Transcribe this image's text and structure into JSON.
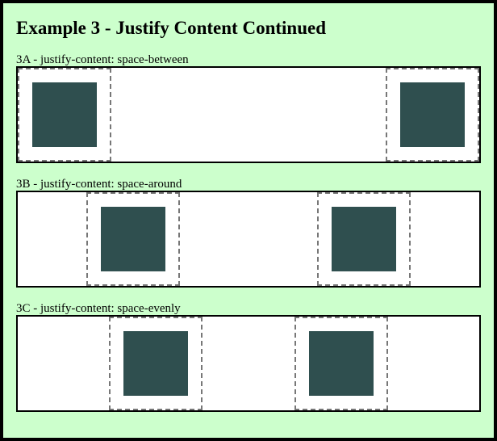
{
  "page": {
    "title": "Example 3 - Justify Content Continued"
  },
  "colors": {
    "background": "#ccffcc",
    "border": "#000000",
    "container_fill": "#ffffff",
    "item_border": "#777777",
    "swatch": "#2f4f4f"
  },
  "sections": [
    {
      "label": "3A - justify-content: space-between",
      "justify": "space-between"
    },
    {
      "label": "3B - justify-content: space-around",
      "justify": "space-around"
    },
    {
      "label": "3C - justify-content: space-evenly",
      "justify": "space-evenly"
    }
  ]
}
